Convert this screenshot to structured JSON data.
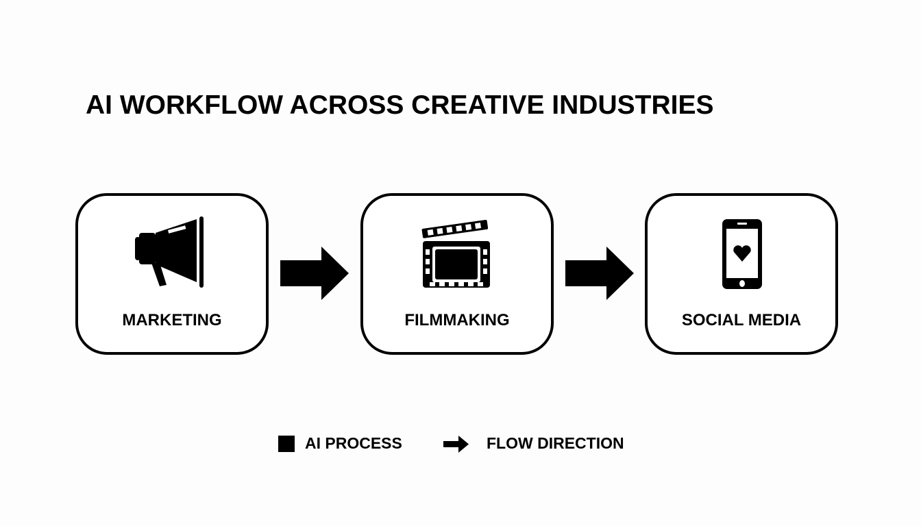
{
  "title": "AI WORKFLOW ACROSS CREATIVE INDUSTRIES",
  "stages": [
    {
      "label": "MARKETING",
      "icon": "megaphone-icon"
    },
    {
      "label": "FILMMAKING",
      "icon": "clapperboard-icon"
    },
    {
      "label": "SOCIAL MEDIA",
      "icon": "smartphone-heart-icon"
    }
  ],
  "legend": {
    "process_label": "AI PROCESS",
    "flow_label": "FLOW DIRECTION"
  },
  "colors": {
    "ink": "#000000",
    "background": "#fdfdfd"
  }
}
